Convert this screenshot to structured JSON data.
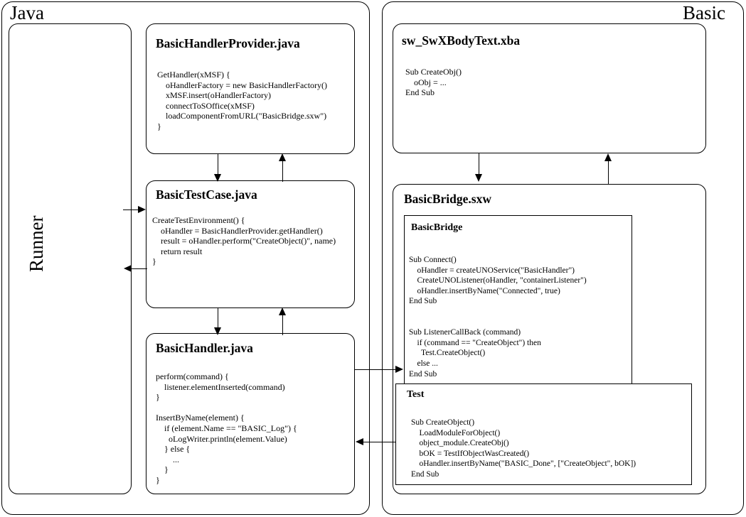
{
  "diagram": {
    "kind": "architecture-diagram",
    "panels": [
      {
        "id": "java",
        "title": "Java"
      },
      {
        "id": "basic",
        "title": "Basic"
      }
    ]
  },
  "java": {
    "title": "Java",
    "runner": {
      "label": "Runner"
    },
    "handler_provider": {
      "title": "BasicHandlerProvider.java",
      "code": "GetHandler(xMSF) {\n    oHandlerFactory = new BasicHandlerFactory()\n    xMSF.insert(oHandlerFactory)\n    connectToSOffice(xMSF)\n    loadComponentFromURL(\"BasicBridge.sxw\")\n}"
    },
    "test_case": {
      "title": "BasicTestCase.java",
      "code": "CreateTestEnvironment() {\n    oHandler = BasicHandlerProvider.getHandler()\n    result = oHandler.perform(\"CreateObject()\", name)\n    return result\n}"
    },
    "handler": {
      "title": "BasicHandler.java",
      "code": "perform(command) {\n    listener.elementInserted(command)\n}\n\nInsertByName(element) {\n    if (element.Name == \"BASIC_Log\") {\n      oLogWriter.println(element.Value)\n    } else {\n        ...\n    }\n}"
    }
  },
  "basic": {
    "title": "Basic",
    "body_text": {
      "title": "sw_SwXBodyText.xba",
      "code": "Sub CreateObj()\n    oObj = ...\nEnd Sub"
    },
    "bridge_doc": {
      "title": "BasicBridge.sxw",
      "bridge_module": {
        "title": "BasicBridge",
        "code": "Sub Connect()\n    oHandler = createUNOService(\"BasicHandler\")\n    CreateUNOListener(oHandler, \"containerListener\")\n    oHandler.insertByName(\"Connected\", true)\nEnd Sub\n\n\nSub ListenerCallBack (command)\n    if (command == \"CreateObject\") then\n      Test.CreateObject()\n    else ...\nEnd Sub"
      },
      "test_module": {
        "title": "Test",
        "code": "Sub CreateObject()\n    LoadModuleForObject()\n    object_module.CreateObj()\n    bOK = TestIfObjectWasCreated()\n    oHandler.insertByName(\"BASIC_Done\", [\"CreateObject\", bOK])\nEnd Sub"
      }
    }
  },
  "connectors": [
    {
      "id": "runner-to-testcase",
      "direction": "right",
      "from": "Runner",
      "to": "BasicTestCase.java"
    },
    {
      "id": "testcase-to-runner",
      "direction": "left",
      "from": "BasicTestCase.java",
      "to": "Runner"
    },
    {
      "id": "provider-to-testcase",
      "direction": "down",
      "from": "BasicHandlerProvider.java",
      "to": "BasicTestCase.java"
    },
    {
      "id": "testcase-to-provider",
      "direction": "up",
      "from": "BasicTestCase.java",
      "to": "BasicHandlerProvider.java"
    },
    {
      "id": "testcase-to-handler",
      "direction": "down",
      "from": "BasicTestCase.java",
      "to": "BasicHandler.java"
    },
    {
      "id": "handler-to-testcase",
      "direction": "up",
      "from": "BasicHandler.java",
      "to": "BasicTestCase.java"
    },
    {
      "id": "bodytext-to-bridge",
      "direction": "down",
      "from": "sw_SwXBodyText.xba",
      "to": "BasicBridge.sxw"
    },
    {
      "id": "bridge-to-bodytext",
      "direction": "up",
      "from": "BasicBridge.sxw",
      "to": "sw_SwXBodyText.xba"
    },
    {
      "id": "handler-to-bridgemodule",
      "direction": "right",
      "from": "BasicHandler.java",
      "to": "BasicBridge"
    },
    {
      "id": "testmodule-to-handler",
      "direction": "left",
      "from": "Test",
      "to": "BasicHandler.java"
    }
  ],
  "colors": {
    "stroke": "#000000",
    "background": "#ffffff",
    "text": "#000000"
  }
}
